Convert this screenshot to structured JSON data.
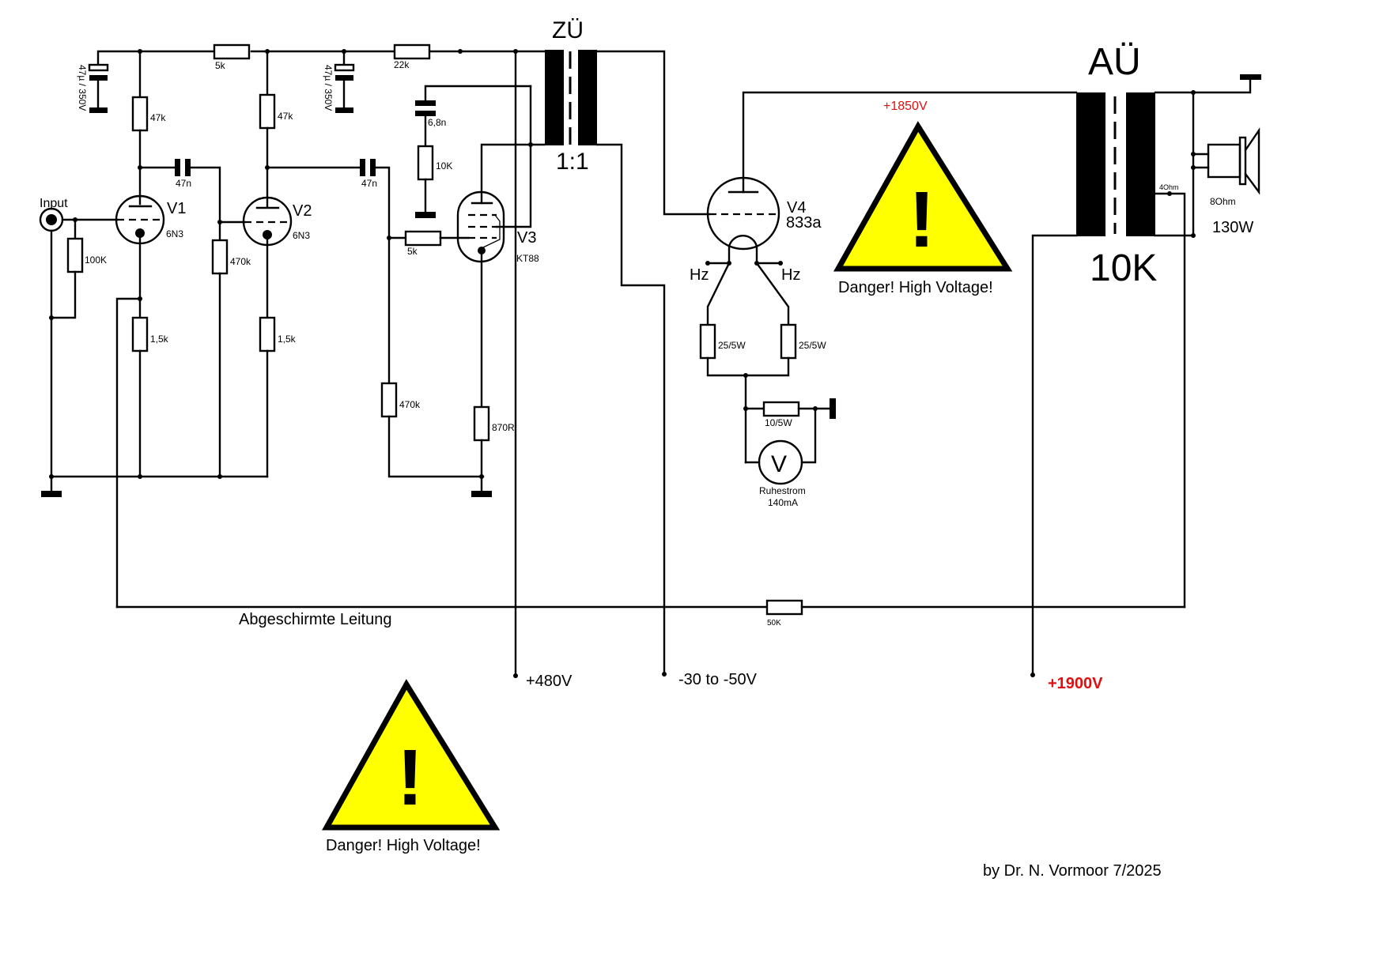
{
  "title": "833a single-ended power amplifier schematic",
  "colors": {
    "wire": "#000000",
    "warning_fill": "#ffff00",
    "high_voltage_text": "#e01010",
    "background": "#ffffff"
  },
  "labels": {
    "input": "Input",
    "v1_name": "V1",
    "v1_type": "6N3",
    "v2_name": "V2",
    "v2_type": "6N3",
    "v3_name": "V3",
    "v3_type": "KT88",
    "v4_name": "V4",
    "v4_type": "833a",
    "driver_transformer": "ZÜ",
    "driver_ratio": "1:1",
    "output_transformer": "AÜ",
    "output_impedance": "10K",
    "tap_4ohm": "4Ohm",
    "speaker_impedance": "8Ohm",
    "speaker_power": "130W",
    "filament_left": "Hz",
    "filament_right": "Hz",
    "bias_meter_symbol": "V",
    "bias_meter_label": "Ruhestrom",
    "bias_meter_value": "140mA",
    "feedback_cable": "Abgeschirmte Leitung",
    "supply_b_plus": "+480V",
    "supply_bias": "-30 to -50V",
    "supply_hv": "+1900V",
    "plate_voltage": "+1850V",
    "warning_1": "Danger! High Voltage!",
    "warning_2": "Danger! High Voltage!",
    "warning_glyph": "!",
    "credit": "by Dr. N. Vormoor 7/2025"
  },
  "components": {
    "c_filter_1": "47µ / 350V",
    "c_filter_2": "47µ / 350V",
    "r_rail_1": "5k",
    "r_rail_2": "22k",
    "r_v1_plate": "47k",
    "r_v2_plate": "47k",
    "c_couple_1": "47n",
    "c_couple_2": "47n",
    "r_input": "100K",
    "r_v2_grid": "470k",
    "r_v1_cathode": "1,5k",
    "r_v2_cathode": "1,5k",
    "r_v3_grid": "470k",
    "r_v3_grid_stop": "5k",
    "r_v3_cathode": "870R",
    "c_snubber": "6,8n",
    "r_snubber": "10K",
    "r_fil_left": "25/5W",
    "r_fil_right": "25/5W",
    "r_sense": "10/5W",
    "r_feedback": "50K"
  }
}
